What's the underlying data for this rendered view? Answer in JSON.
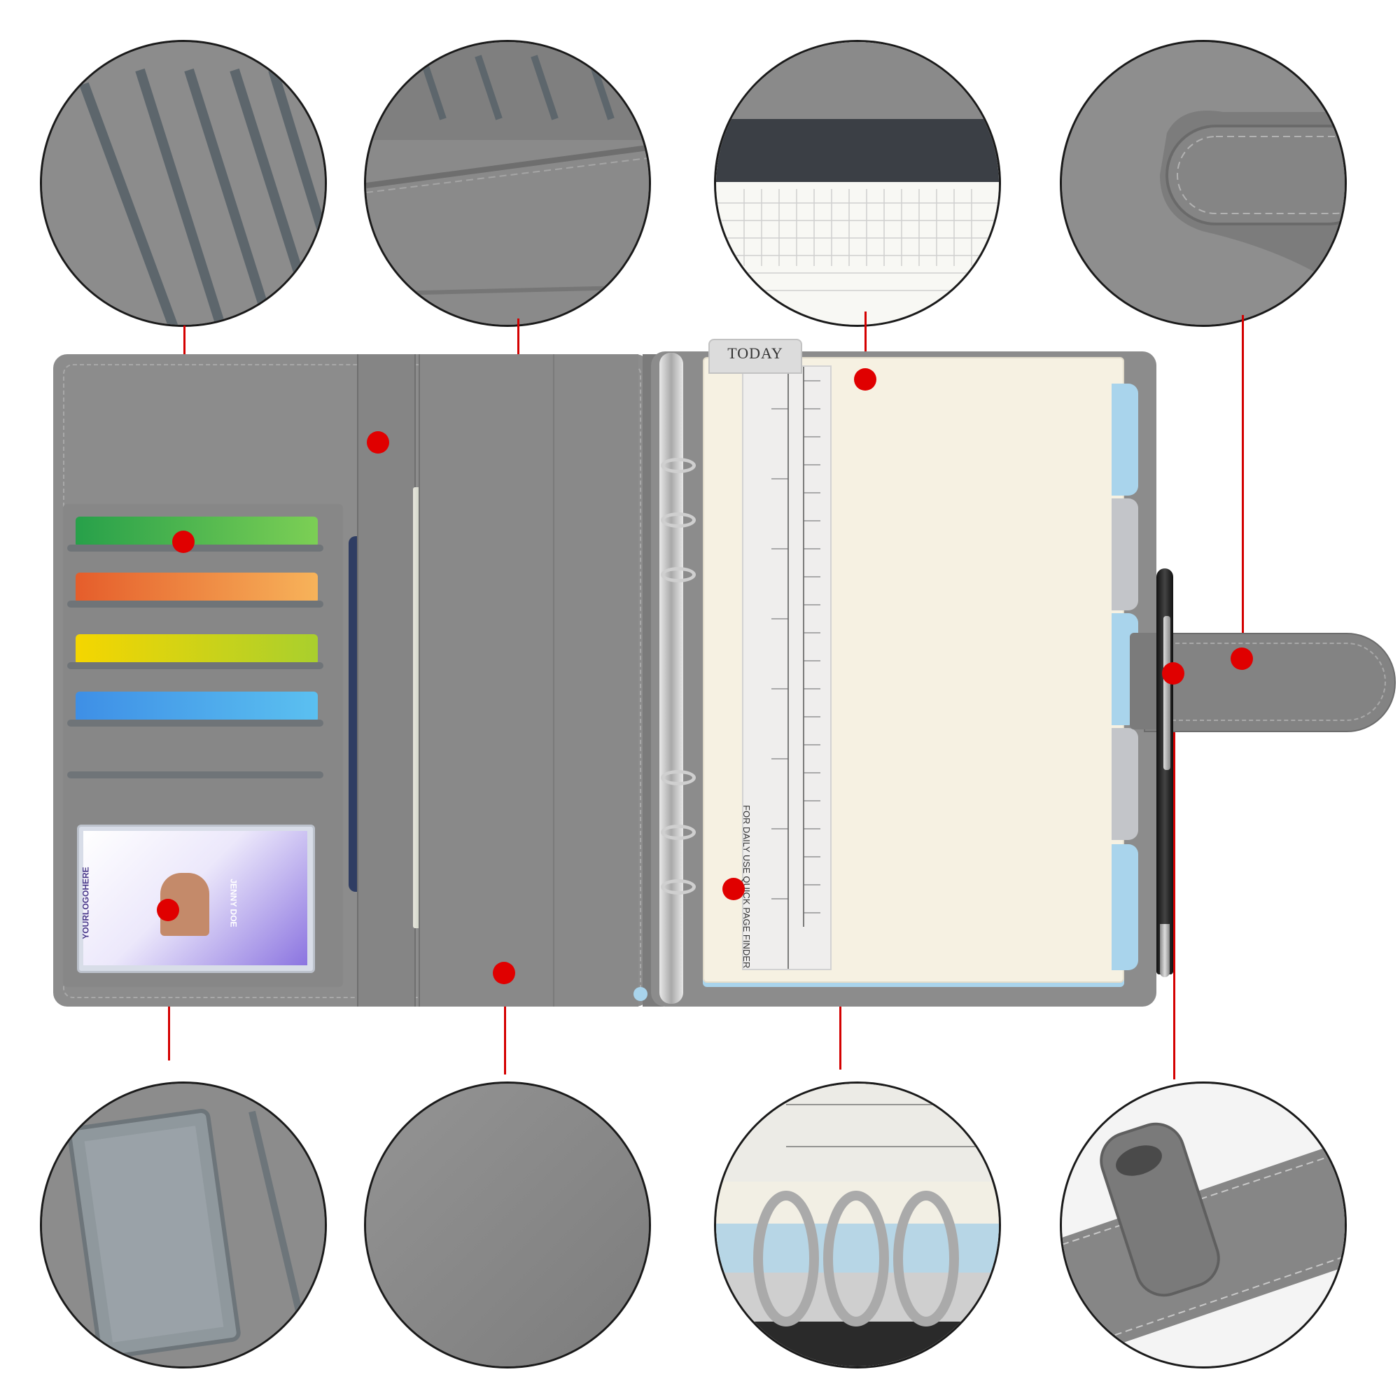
{
  "colors": {
    "leather": "#8b8b8b",
    "leather_dark": "#737373",
    "paper": "#f6f1e2",
    "tab_blue": "#a9d4ec",
    "tab_gray": "#c3c5c9",
    "marker_red": "#e00000",
    "passport": "#2f3d63"
  },
  "ruler": {
    "header": "TODAY",
    "caption": "FOR DAILY USE QUICK PAGE FINDER"
  },
  "id_card": {
    "logo": "YOURLOGOHERE",
    "name": "JENNY DOE"
  },
  "cards": [
    {
      "color": "#3aa84a"
    },
    {
      "color": "#f08a3a"
    },
    {
      "color": "#f3d22c"
    },
    {
      "color": "#4aa8e8"
    }
  ],
  "detail_circles": [
    "card-slots",
    "inner-pocket",
    "grid-paper",
    "snap-closure",
    "id-window",
    "leather-texture",
    "binder-rings",
    "pen-loop"
  ]
}
